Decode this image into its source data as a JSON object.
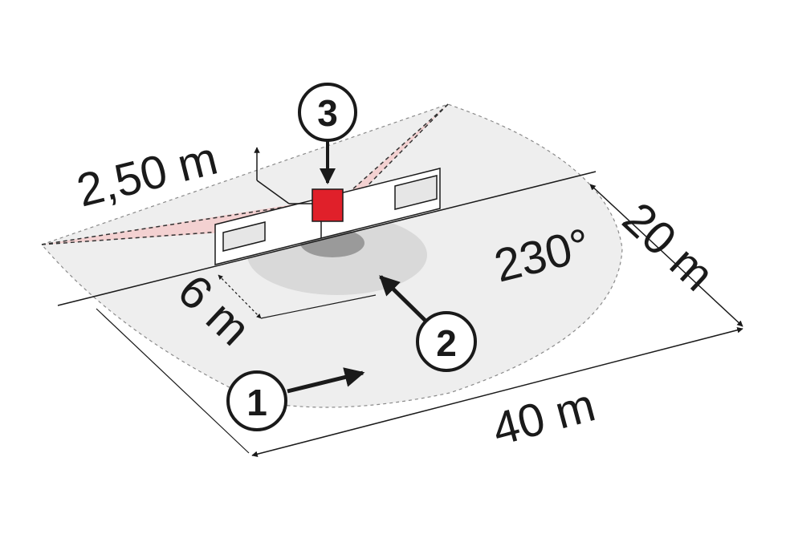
{
  "diagram": {
    "labels": {
      "height": "2,50 m",
      "inner_range": "6 m",
      "angle": "230°",
      "depth": "20 m",
      "width": "40 m"
    },
    "markers": {
      "marker_1": "1",
      "marker_2": "2",
      "marker_3": "3"
    },
    "colors": {
      "floor": "#eeeeee",
      "inner_zone": "#d9d9d9",
      "core_zone": "#9a9a9a",
      "beam": "#f4c9c9",
      "sensor": "#e0202a",
      "line": "#1a1a1a"
    }
  }
}
